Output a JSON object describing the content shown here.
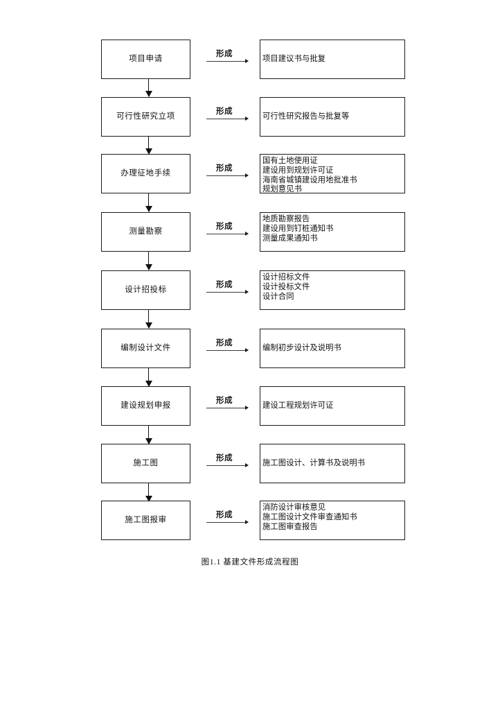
{
  "figure": {
    "caption": "图1.1 基建文件形成流程图",
    "arrow_label": "形成"
  },
  "flow": {
    "rows": [
      {
        "step": "项目申请",
        "connector_label": "形成",
        "outputs": [
          "项目建议书与批复"
        ]
      },
      {
        "step": "可行性研究立项",
        "connector_label": "形成",
        "outputs": [
          "可行性研究报告与批复等"
        ]
      },
      {
        "step": "办理征地手续",
        "connector_label": "形成",
        "outputs": [
          "国有土地使用证",
          "建设用到规划许可证",
          "海南省城镇建设用地批准书",
          "规划意见书"
        ]
      },
      {
        "step": "测量勘察",
        "connector_label": "形成",
        "outputs": [
          "地质勘察报告",
          "建设用到钉桩通知书",
          "测量成果通知书"
        ]
      },
      {
        "step": "设计招投标",
        "connector_label": "形成",
        "outputs": [
          "设计招标文件",
          "设计投标文件",
          "设计合同"
        ]
      },
      {
        "step": "编制设计文件",
        "connector_label": "形成",
        "outputs": [
          "编制初步设计及说明书"
        ]
      },
      {
        "step": "建设规划申报",
        "connector_label": "形成",
        "outputs": [
          "建设工程规划许可证"
        ]
      },
      {
        "step": "施工图",
        "connector_label": "形成",
        "outputs": [
          "施工图设计、计算书及说明书"
        ]
      },
      {
        "step": "施工图报审",
        "connector_label": "形成",
        "outputs": [
          "消防设计审核意见",
          "施工图设计文件审查通知书",
          "施工图审查报告"
        ]
      }
    ]
  }
}
